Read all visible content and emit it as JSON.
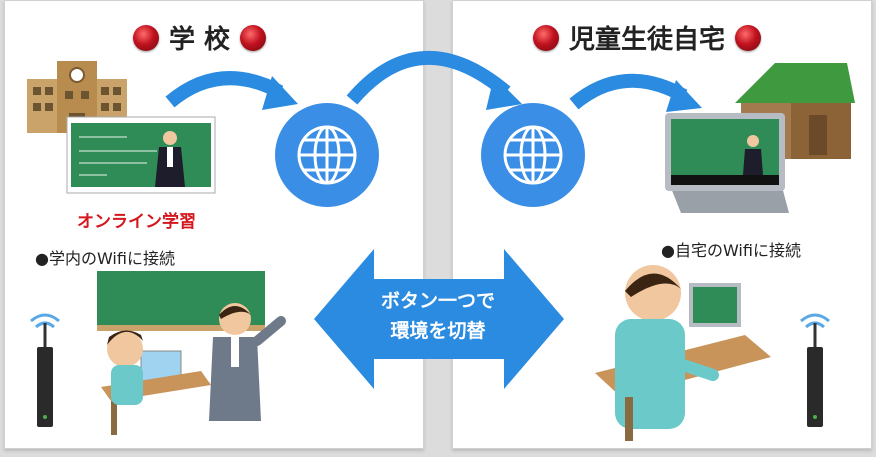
{
  "left_panel": {
    "title": "学 校",
    "online_label": "オンライン学習",
    "wifi_label": "●学内のWifiに接続"
  },
  "right_panel": {
    "title": "児童生徒自宅",
    "wifi_label": "●自宅のWifiに接続"
  },
  "center": {
    "swap_line1": "ボタン一つで",
    "swap_line2": "環境を切替"
  },
  "colors": {
    "globe_blue": "#3a8ee6",
    "arrow_blue": "#2a8be0",
    "title_dot_red": "#c1121f",
    "online_red": "#d4161d",
    "board_green": "#2f8c56"
  },
  "icons": [
    "globe-icon",
    "school-building-icon",
    "house-icon",
    "router-icon",
    "teacher-icon",
    "student-icon",
    "tablet-icon"
  ]
}
